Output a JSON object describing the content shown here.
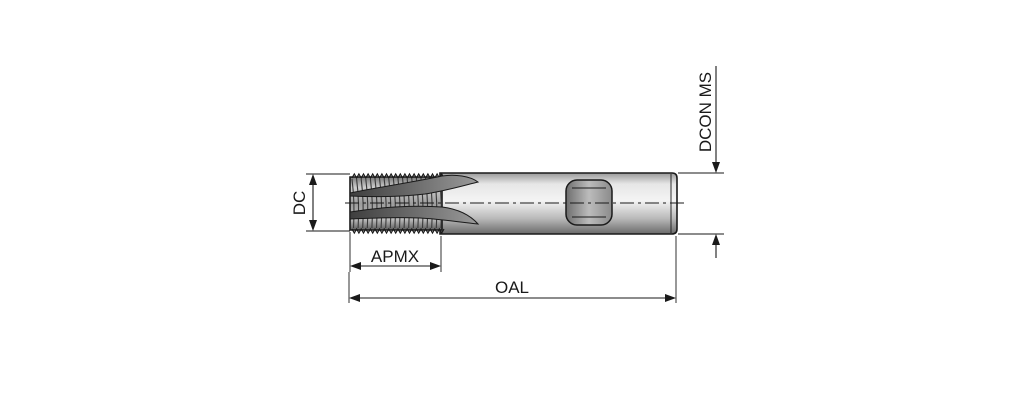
{
  "drawing": {
    "labels": {
      "dc": "DC",
      "apmx": "APMX",
      "oal": "OAL",
      "dcon": "DCON MS"
    },
    "colors": {
      "ink": "#1a1a1a",
      "tool_light": "#d8d8d8",
      "tool_dark": "#5a5a5a",
      "background": "#ffffff"
    }
  }
}
